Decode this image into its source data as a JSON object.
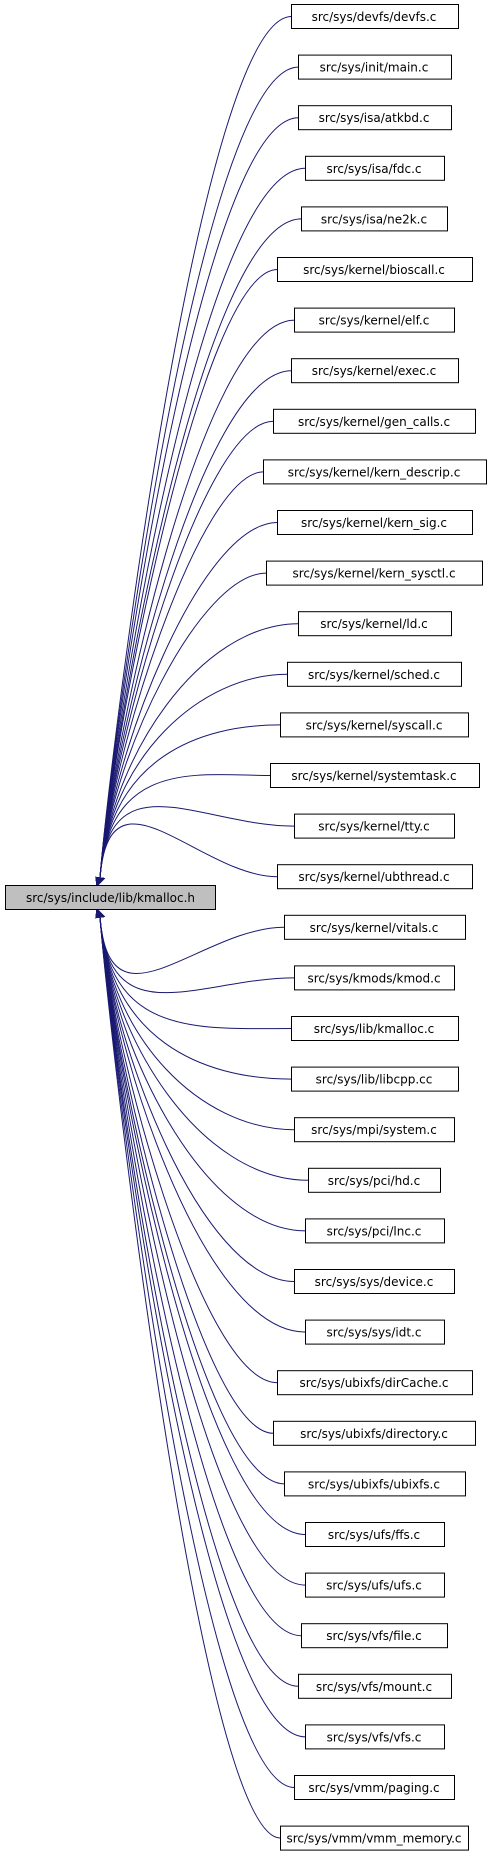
{
  "diagram": {
    "root": {
      "label": "src/sys/include/lib/kmalloc.h"
    },
    "children": [
      {
        "label": "src/sys/devfs/devfs.c"
      },
      {
        "label": "src/sys/init/main.c"
      },
      {
        "label": "src/sys/isa/atkbd.c"
      },
      {
        "label": "src/sys/isa/fdc.c"
      },
      {
        "label": "src/sys/isa/ne2k.c"
      },
      {
        "label": "src/sys/kernel/bioscall.c"
      },
      {
        "label": "src/sys/kernel/elf.c"
      },
      {
        "label": "src/sys/kernel/exec.c"
      },
      {
        "label": "src/sys/kernel/gen_calls.c"
      },
      {
        "label": "src/sys/kernel/kern_descrip.c"
      },
      {
        "label": "src/sys/kernel/kern_sig.c"
      },
      {
        "label": "src/sys/kernel/kern_sysctl.c"
      },
      {
        "label": "src/sys/kernel/ld.c"
      },
      {
        "label": "src/sys/kernel/sched.c"
      },
      {
        "label": "src/sys/kernel/syscall.c"
      },
      {
        "label": "src/sys/kernel/systemtask.c"
      },
      {
        "label": "src/sys/kernel/tty.c"
      },
      {
        "label": "src/sys/kernel/ubthread.c"
      },
      {
        "label": "src/sys/kernel/vitals.c"
      },
      {
        "label": "src/sys/kmods/kmod.c"
      },
      {
        "label": "src/sys/lib/kmalloc.c"
      },
      {
        "label": "src/sys/lib/libcpp.cc"
      },
      {
        "label": "src/sys/mpi/system.c"
      },
      {
        "label": "src/sys/pci/hd.c"
      },
      {
        "label": "src/sys/pci/lnc.c"
      },
      {
        "label": "src/sys/sys/device.c"
      },
      {
        "label": "src/sys/sys/idt.c"
      },
      {
        "label": "src/sys/ubixfs/dirCache.c"
      },
      {
        "label": "src/sys/ubixfs/directory.c"
      },
      {
        "label": "src/sys/ubixfs/ubixfs.c"
      },
      {
        "label": "src/sys/ufs/ffs.c"
      },
      {
        "label": "src/sys/ufs/ufs.c"
      },
      {
        "label": "src/sys/vfs/file.c"
      },
      {
        "label": "src/sys/vfs/mount.c"
      },
      {
        "label": "src/sys/vfs/vfs.c"
      },
      {
        "label": "src/sys/vmm/paging.c"
      },
      {
        "label": "src/sys/vmm/vmm_memory.c"
      }
    ],
    "colors": {
      "edge": "#191970",
      "root_fill": "#bfbfbf",
      "node_fill": "#ffffff",
      "border": "#000000"
    }
  }
}
